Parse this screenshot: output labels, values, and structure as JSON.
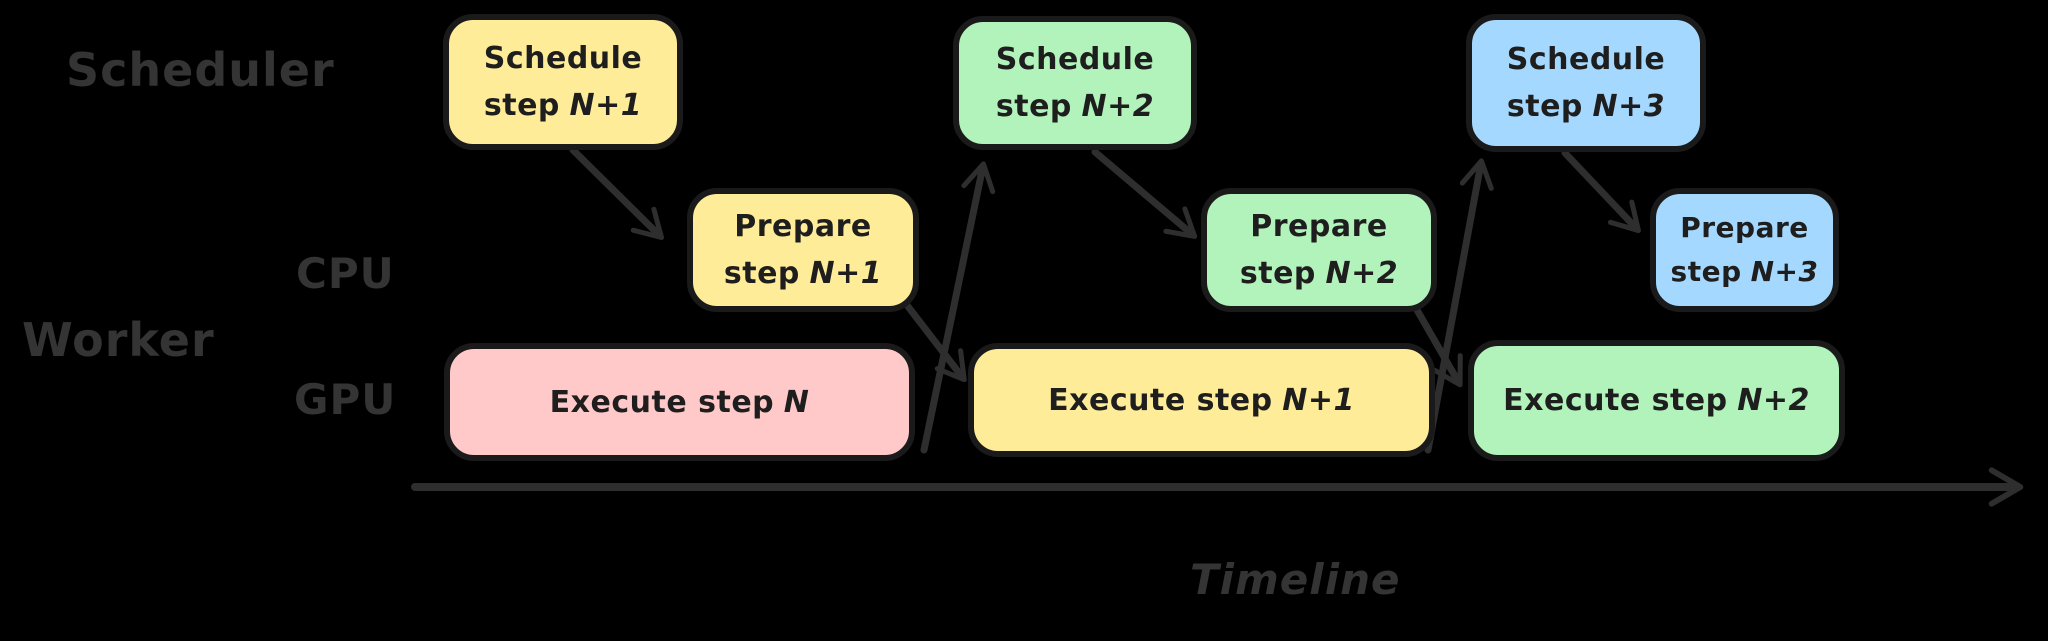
{
  "diagram": {
    "background": "#000000",
    "rows": {
      "scheduler": "Scheduler",
      "worker": "Worker",
      "cpu_lane": "CPU",
      "gpu_lane": "GPU"
    },
    "axis": {
      "label": "Timeline",
      "direction": "right"
    },
    "colors": {
      "yellow": "#ffec99",
      "green": "#b2f2bb",
      "blue": "#a5d8ff",
      "pink": "#ffc9c9",
      "box_border": "#1a1a1a",
      "box_text": "#1e1e1e",
      "arrow_stroke": "#2e2e2e",
      "label_text": "#343434"
    },
    "boxes": [
      {
        "id": "schedule-step-n+1",
        "line1": "Schedule",
        "line2": "step",
        "n": "N+1",
        "fill": "#ffec99",
        "lane": "scheduler"
      },
      {
        "id": "schedule-step-n+2",
        "line1": "Schedule",
        "line2": "step",
        "n": "N+2",
        "fill": "#b2f2bb",
        "lane": "scheduler"
      },
      {
        "id": "schedule-step-n+3",
        "line1": "Schedule",
        "line2": "step",
        "n": "N+3",
        "fill": "#a5d8ff",
        "lane": "scheduler"
      },
      {
        "id": "prepare-step-n+1",
        "line1": "Prepare",
        "line2": "step",
        "n": "N+1",
        "fill": "#ffec99",
        "lane": "cpu"
      },
      {
        "id": "prepare-step-n+2",
        "line1": "Prepare",
        "line2": "step",
        "n": "N+2",
        "fill": "#b2f2bb",
        "lane": "cpu"
      },
      {
        "id": "prepare-step-n+3",
        "line1": "Prepare",
        "line2": "step",
        "n": "N+3",
        "fill": "#a5d8ff",
        "lane": "cpu"
      },
      {
        "id": "execute-step-n",
        "line1": "Execute step",
        "n": "N",
        "fill": "#ffc9c9",
        "lane": "gpu"
      },
      {
        "id": "execute-step-n+1",
        "line1": "Execute step",
        "n": "N+1",
        "fill": "#ffec99",
        "lane": "gpu"
      },
      {
        "id": "execute-step-n+2",
        "line1": "Execute step",
        "n": "N+2",
        "fill": "#b2f2bb",
        "lane": "gpu"
      }
    ],
    "arrows": [
      {
        "from": "schedule-step-n+1",
        "to": "prepare-step-n+1"
      },
      {
        "from": "prepare-step-n+1",
        "to": "execute-step-n+1"
      },
      {
        "from": "execute-step-n",
        "to": "schedule-step-n+2"
      },
      {
        "from": "schedule-step-n+2",
        "to": "prepare-step-n+2"
      },
      {
        "from": "prepare-step-n+2",
        "to": "execute-step-n+2"
      },
      {
        "from": "execute-step-n+1",
        "to": "schedule-step-n+3"
      },
      {
        "from": "schedule-step-n+3",
        "to": "prepare-step-n+3"
      }
    ]
  }
}
